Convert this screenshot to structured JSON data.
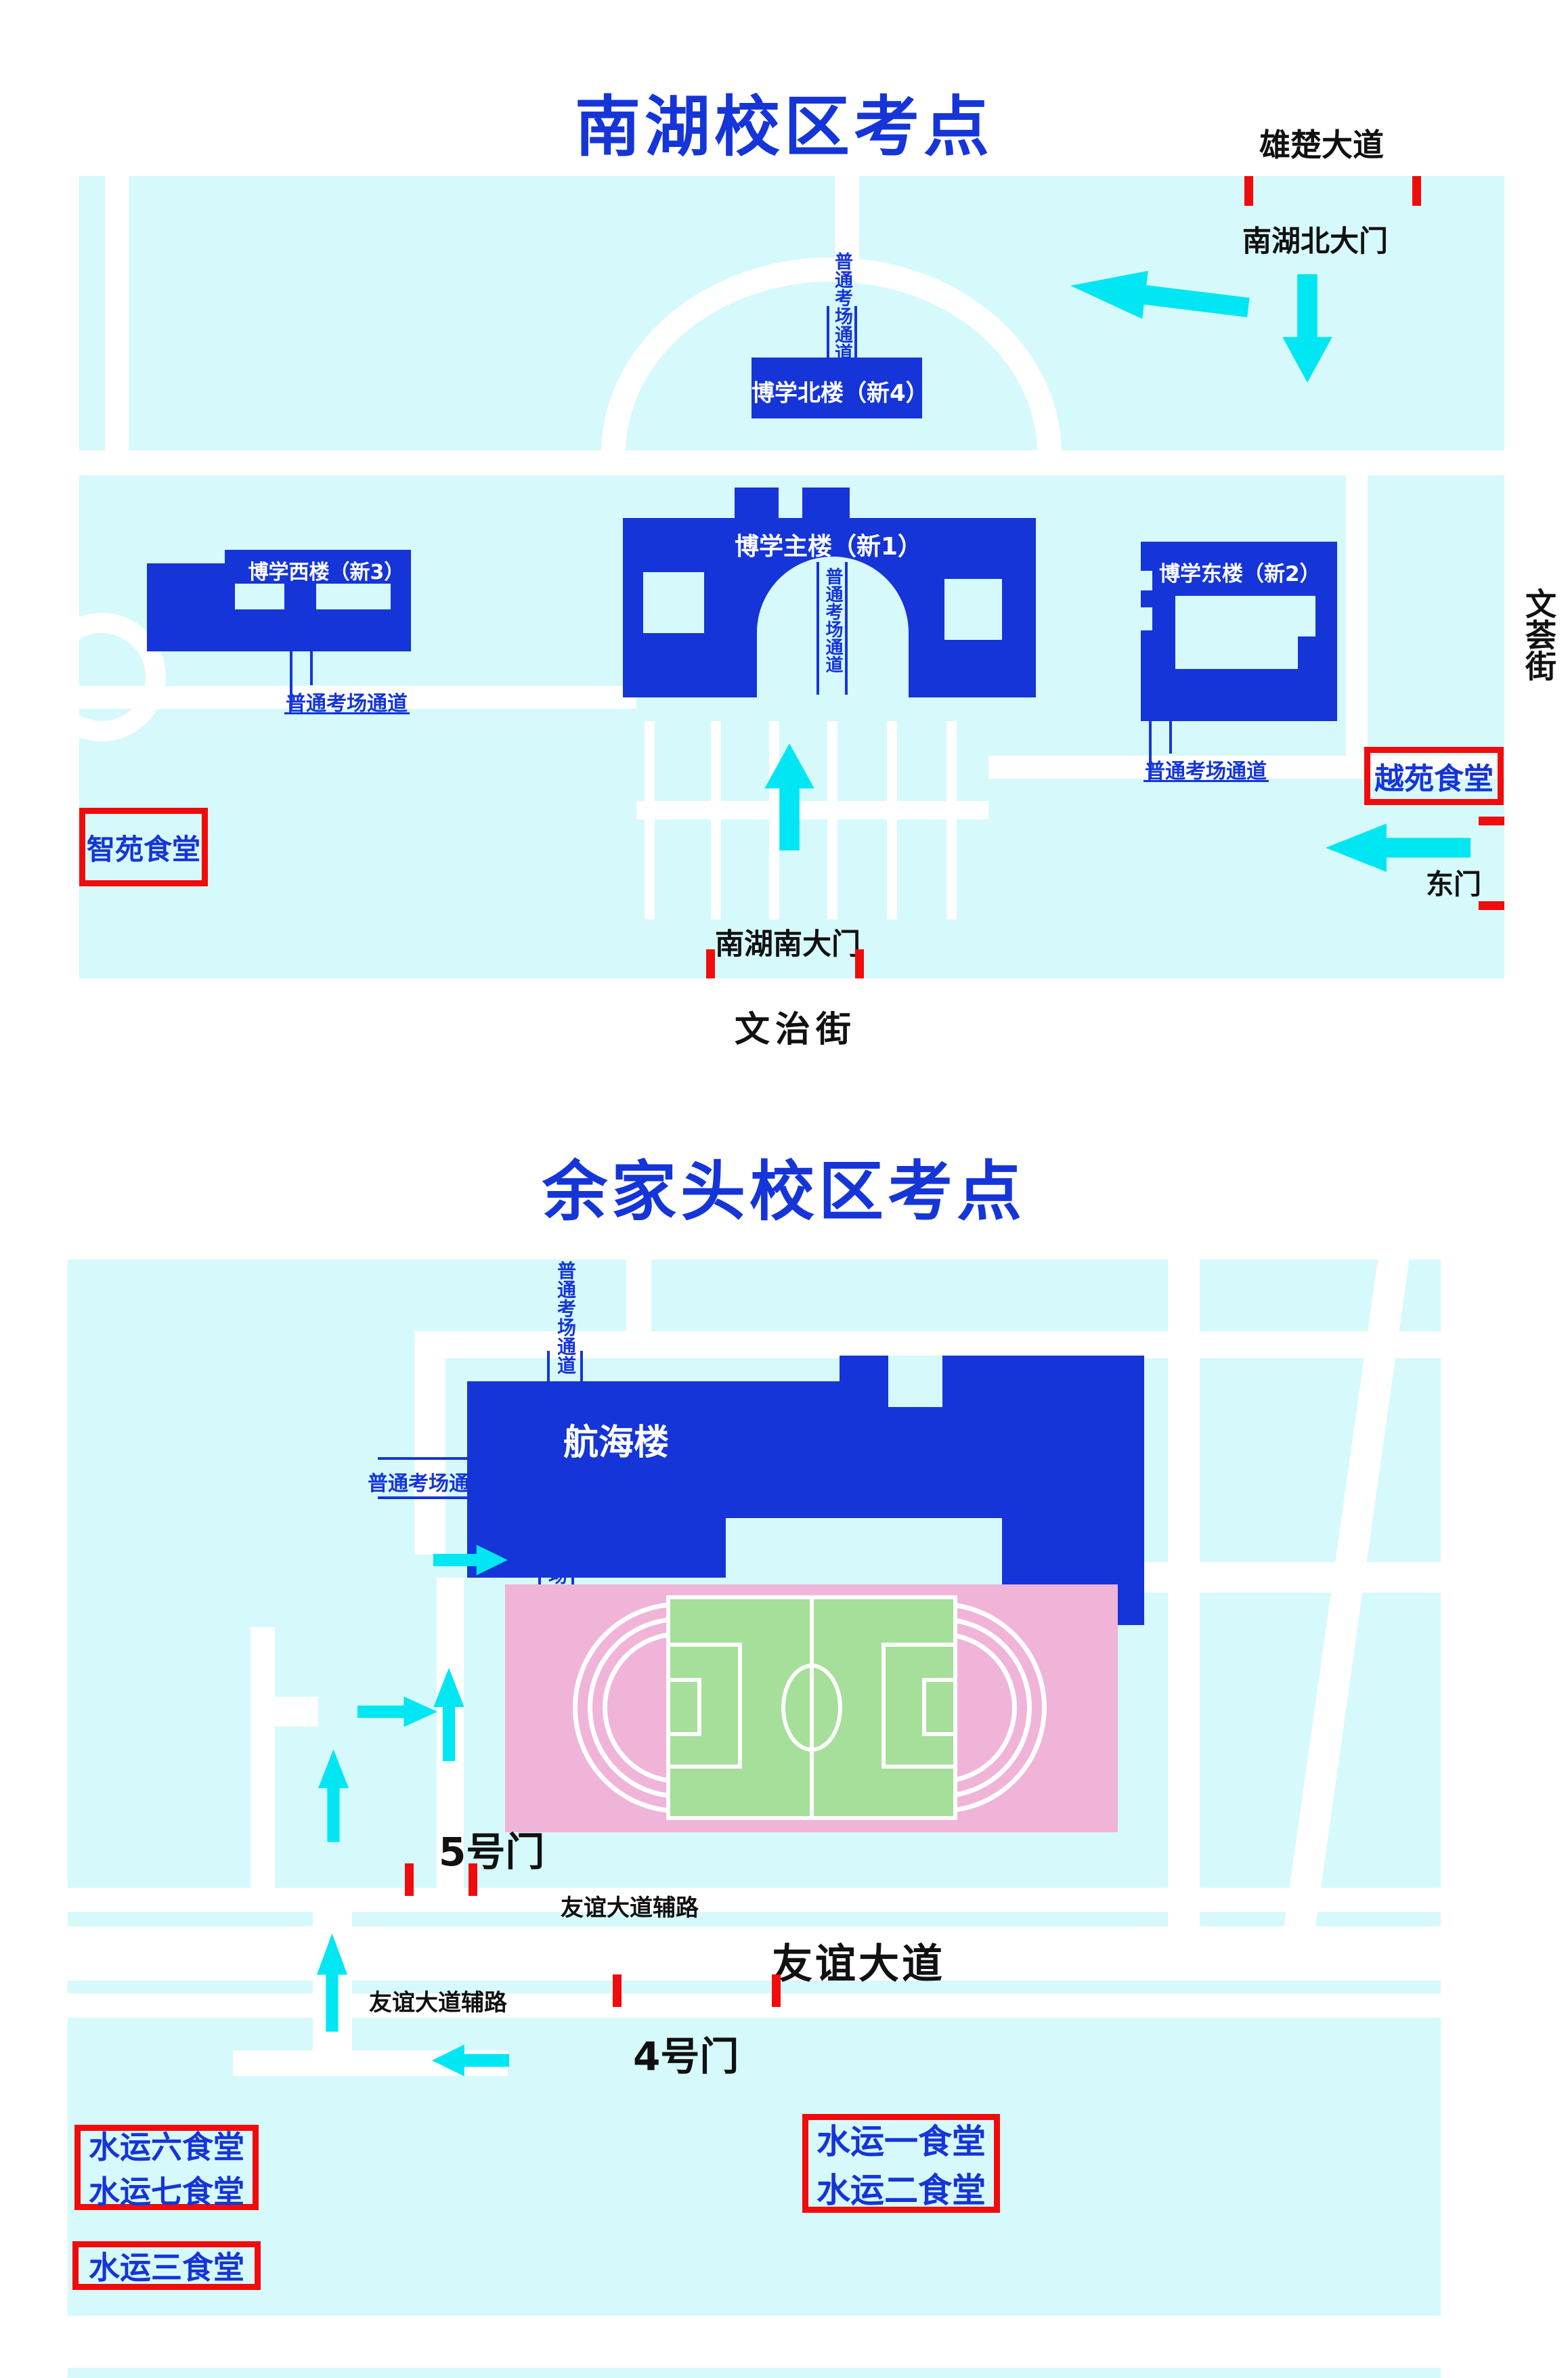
{
  "colors": {
    "campus_background": "#D6F9FB",
    "building_blue": "#1535D8",
    "route_arrow_cyan": "#00E6F2",
    "gate_marker_red": "#F00C0C",
    "stadium_pink": "#F0B4D8",
    "field_green": "#A5DF99"
  },
  "map1": {
    "title": "南湖校区考点",
    "streets": {
      "north": "雄楚大道",
      "south": "文治街",
      "east": "文荟街"
    },
    "gates": {
      "north": "南湖北大门",
      "south": "南湖南大门",
      "east": "东门"
    },
    "buildings": {
      "north": "博学北楼（新4）",
      "main": "博学主楼（新1）",
      "west": "博学西楼（新3）",
      "east": "博学东楼（新2）"
    },
    "canteens": {
      "west": "智苑食堂",
      "east": "越苑食堂"
    },
    "corridor": "普通考场通道"
  },
  "map2": {
    "title": "余家头校区考点",
    "building": "航海楼",
    "corridor": "普通考场通道",
    "gates": {
      "gate5": "5号门",
      "gate4": "4号门"
    },
    "streets": {
      "main": "友谊大道",
      "service": "友谊大道辅路"
    },
    "canteens": {
      "east": [
        "水运一食堂",
        "水运二食堂"
      ],
      "west": [
        "水运六食堂",
        "水运七食堂"
      ],
      "southwest": "水运三食堂"
    }
  }
}
